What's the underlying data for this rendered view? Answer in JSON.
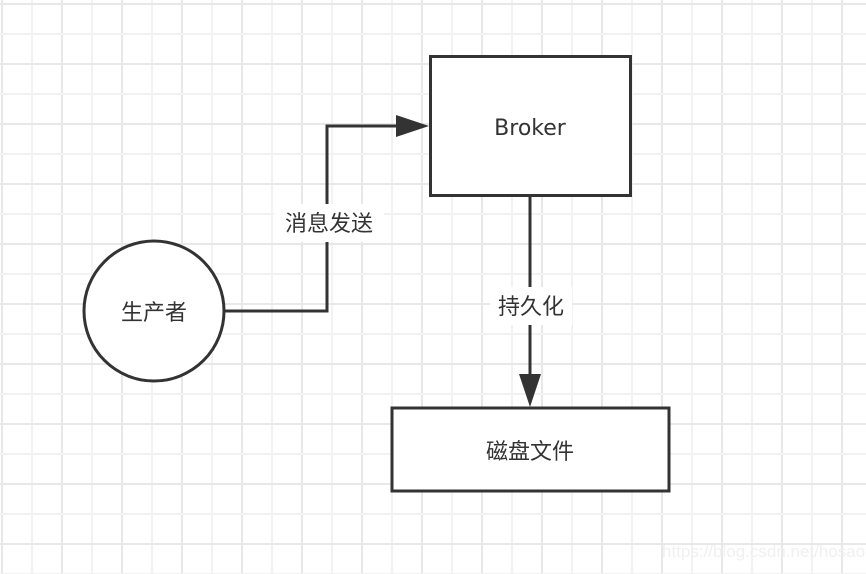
{
  "diagram": {
    "nodes": {
      "producer": {
        "label": "生产者",
        "shape": "circle"
      },
      "broker": {
        "label": "Broker",
        "shape": "rectangle"
      },
      "disk": {
        "label": "磁盘文件",
        "shape": "rectangle"
      }
    },
    "edges": {
      "send": {
        "from": "producer",
        "to": "broker",
        "label": "消息发送"
      },
      "persist": {
        "from": "broker",
        "to": "disk",
        "label": "持久化"
      }
    }
  },
  "colors": {
    "stroke": "#333333",
    "text": "#333333",
    "grid_minor": "#f2f2f2",
    "grid_major": "#e8e8e8",
    "background": "#ffffff"
  },
  "watermark": "https://blog.csdn.net/hosaos"
}
